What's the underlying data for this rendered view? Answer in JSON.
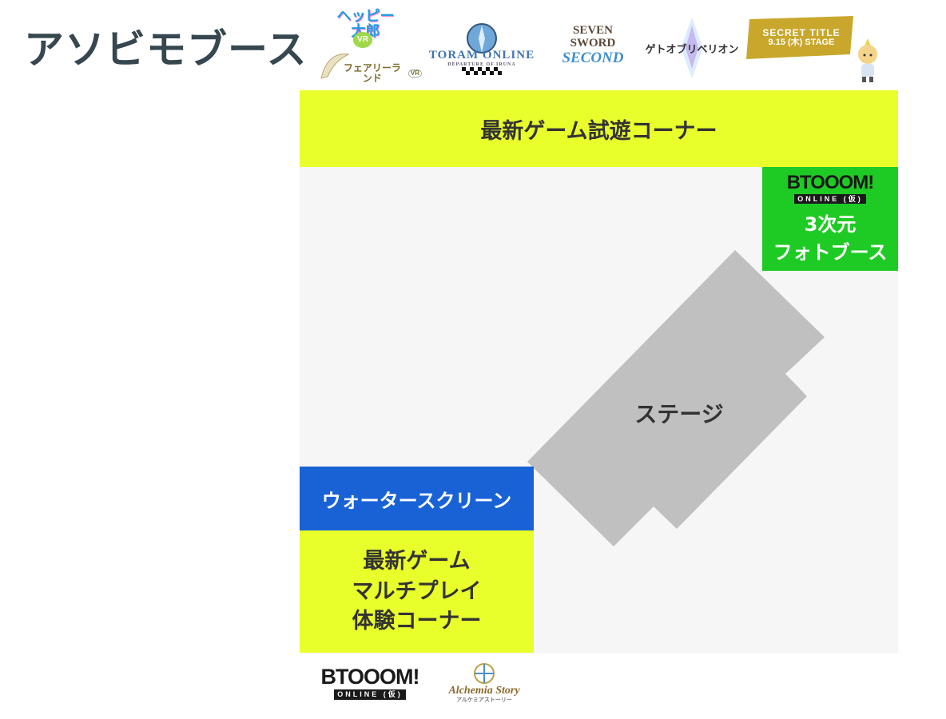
{
  "page_title": "アソビモブース",
  "logos_top": {
    "happy": "ヘッピー\n太郎",
    "happy_badge": "VR",
    "fairyland": "フェアリーランド",
    "fairyland_badge": "VR",
    "toram": "TORAM ONLINE",
    "toram_sub": "DEPARTURE OF IRUNA",
    "seven_sword": "SEVEN SWORD",
    "seven_sword_sub": "SECOND",
    "gate": "ゲトオブリベリオン",
    "secret_title": "SECRET TITLE",
    "secret_stage": "9.15 (木) STAGE"
  },
  "zones": {
    "top_corner": "最新ゲーム試遊コーナー",
    "photo_booth_logo": "BTOOOM!",
    "photo_booth_logo_sub": "ONLINE (仮)",
    "photo_booth_line1": "3次元",
    "photo_booth_line2": "フォトブース",
    "stage": "ステージ",
    "water_screen": "ウォータースクリーン",
    "multi_line1": "最新ゲーム",
    "multi_line2": "マルチプレイ",
    "multi_line3": "体験コーナー"
  },
  "logos_bottom": {
    "btooom": "BTOOOM!",
    "btooom_sub": "ONLINE (仮)",
    "alchemia": "Alchemia Story",
    "alchemia_sub": "アルケミアストーリー"
  },
  "colors": {
    "yellow_zone": "#e9ff2c",
    "green_zone": "#1ecb24",
    "blue_zone": "#1862d6",
    "stage_gray": "#c0c0c0",
    "floor": "#f6f6f6",
    "title_text": "#36474f"
  }
}
